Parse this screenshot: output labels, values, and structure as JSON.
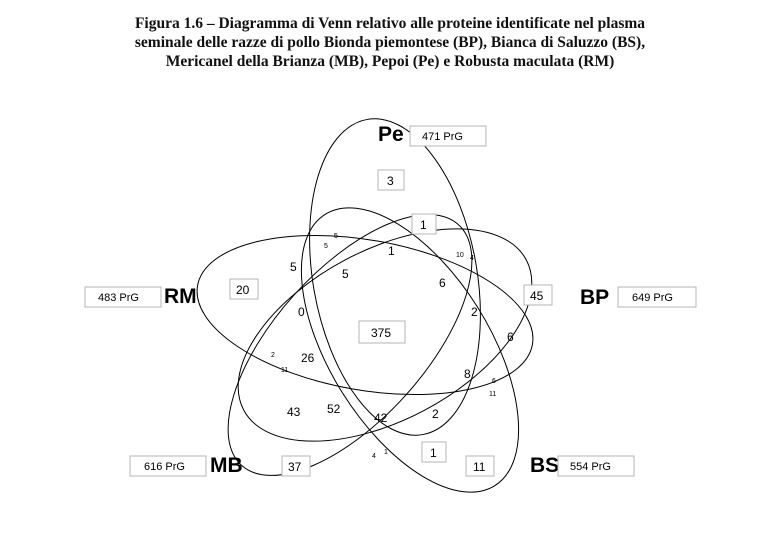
{
  "caption": {
    "line1": "Figura 1.6 – Diagramma di Venn relativo alle proteine identificate nel plasma",
    "line2": "seminale delle razze di pollo Bionda piemontese (BP), Bianca di Saluzzo (BS),",
    "line3": "Mericanel della Brianza (MB), Pepoi (Pe) e Robusta maculata (RM)"
  },
  "sets": {
    "pe": {
      "label": "Pe",
      "total": "471 PrG"
    },
    "bp": {
      "label": "BP",
      "total": "649 PrG"
    },
    "bs": {
      "label": "BS",
      "total": "554 PrG"
    },
    "mb": {
      "label": "MB",
      "total": "616 PrG"
    },
    "rm": {
      "label": "RM",
      "total": "483 PrG"
    }
  },
  "regions": {
    "pe_only": "3",
    "bp_only": "45",
    "rm_only": "20",
    "mb_only": "37",
    "bs_only": "11",
    "center": "375",
    "r_1a": "1",
    "r_1b": "1",
    "r_1c": "1",
    "r_5a": "5",
    "r_5b": "5",
    "r_0": "0",
    "r_6a": "6",
    "r_6b": "6",
    "r_2a": "2",
    "r_2b": "2",
    "r_26": "26",
    "r_8": "8",
    "r_43": "43",
    "r_52": "52",
    "r_42": "42",
    "s_5a": "5",
    "s_5b": "5",
    "s_10": "10",
    "s_4a": "4",
    "s_2": "2",
    "s_11a": "11",
    "s_6": "6",
    "s_11b": "11",
    "s_4b": "4",
    "s_1": "1"
  }
}
